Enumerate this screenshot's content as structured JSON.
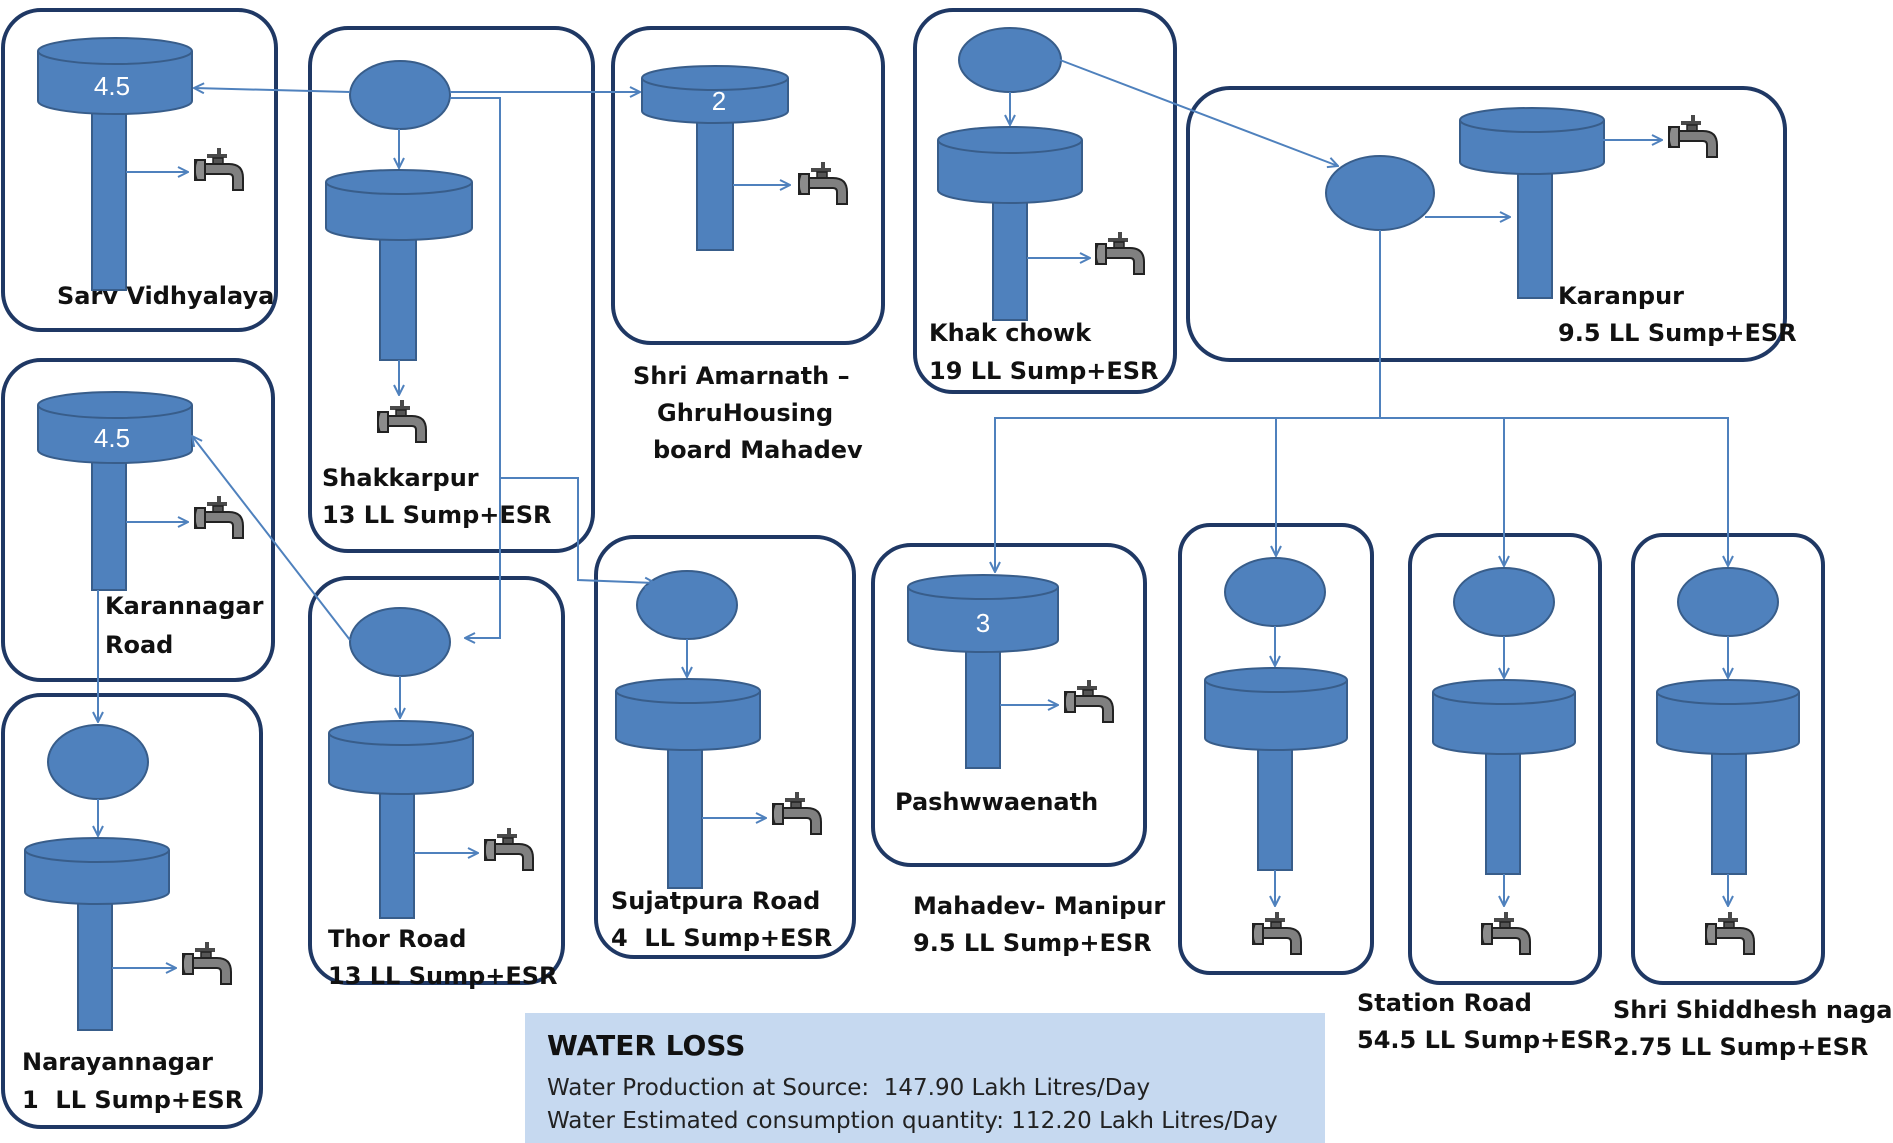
{
  "tank_numbers": {
    "sarv": "4.5",
    "amarnath": "2",
    "karannagar": "4.5",
    "mahadev": "3"
  },
  "labels": {
    "sarv_vidhyalaya": "Sarv Vidhyalaya",
    "shakkarpur_1": "Shakkarpur",
    "shakkarpur_2": "13 LL Sump+ESR",
    "amarnath_1": "Shri Amarnath –",
    "amarnath_2": "GhruHousing",
    "amarnath_3": "board Mahadev",
    "khak_1": "Khak chowk",
    "khak_2": "19 LL Sump+ESR",
    "karanpur_1": "Karanpur",
    "karanpur_2": "9.5 LL Sump+ESR",
    "karannagar_1": "Karannagar",
    "karannagar_2": "Road",
    "thor_1": "Thor Road",
    "thor_2": "13 LL Sump+ESR",
    "sujatpura_1": "Sujatpura Road",
    "sujatpura_2": "4  LL Sump+ESR",
    "pashwwaenath": "Pashwwaenath",
    "mahadev_manipur_1": "Mahadev- Manipur",
    "mahadev_manipur_2": "9.5 LL Sump+ESR",
    "station_1": "Station Road",
    "station_2": "54.5 LL Sump+ESR",
    "shiddhesh_1": "Shri Shiddhesh nagar",
    "shiddhesh_2": "2.75 LL Sump+ESR",
    "narayannagar_1": "Narayannagar",
    "narayannagar_2": "1  LL Sump+ESR"
  },
  "water_loss": {
    "title": "WATER LOSS",
    "line1": "Water Production at Source:  147.90 Lakh Litres/Day",
    "line2": "Water Estimated consumption quantity: 112.20 Lakh Litres/Day"
  },
  "colors": {
    "tank_fill": "#4f81bd",
    "tank_stroke": "#385d8a",
    "line": "#4f81bd",
    "box_border": "#1f3864",
    "loss_bg": "#c6d9f0"
  }
}
